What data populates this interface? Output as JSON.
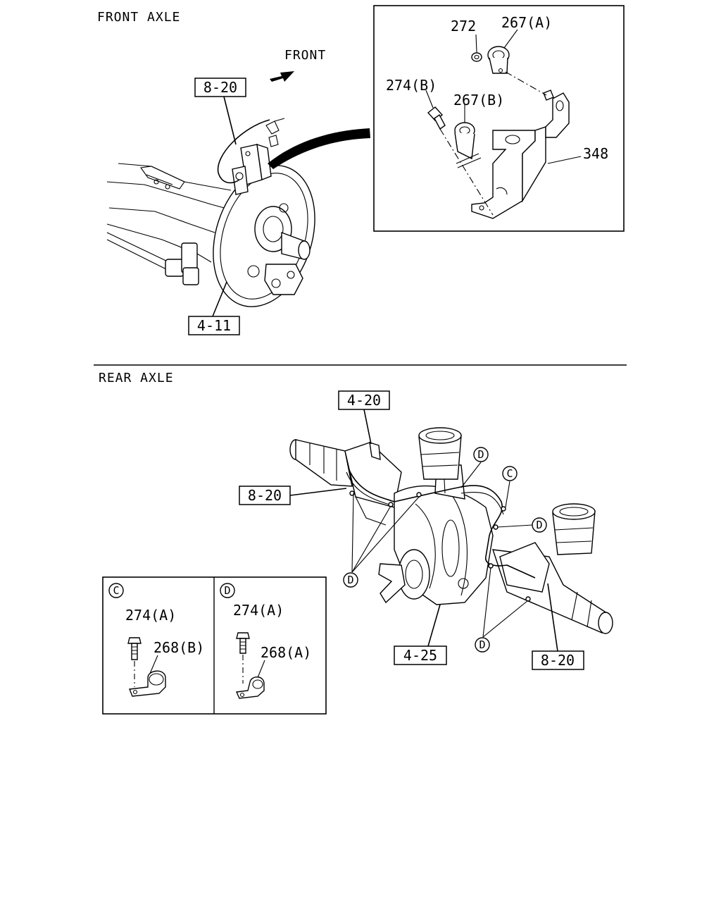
{
  "sections": {
    "front_title": "FRONT AXLE",
    "rear_title": "REAR AXLE"
  },
  "front": {
    "direction_label": "FRONT",
    "ref_8_20": "8-20",
    "ref_4_11": "4-11",
    "detail": {
      "p272": "272",
      "p267a": "267(A)",
      "p274b": "274(B)",
      "p267b": "267(B)",
      "p348": "348"
    }
  },
  "rear": {
    "ref_4_20": "4-20",
    "ref_8_20_left": "8-20",
    "ref_8_20_right": "8-20",
    "ref_4_25": "4-25",
    "mark_c": "C",
    "mark_d": "D"
  },
  "legend": {
    "c": {
      "mark": "C",
      "bolt": "274(A)",
      "clip": "268(B)"
    },
    "d": {
      "mark": "D",
      "bolt": "274(A)",
      "clip": "268(A)"
    }
  }
}
